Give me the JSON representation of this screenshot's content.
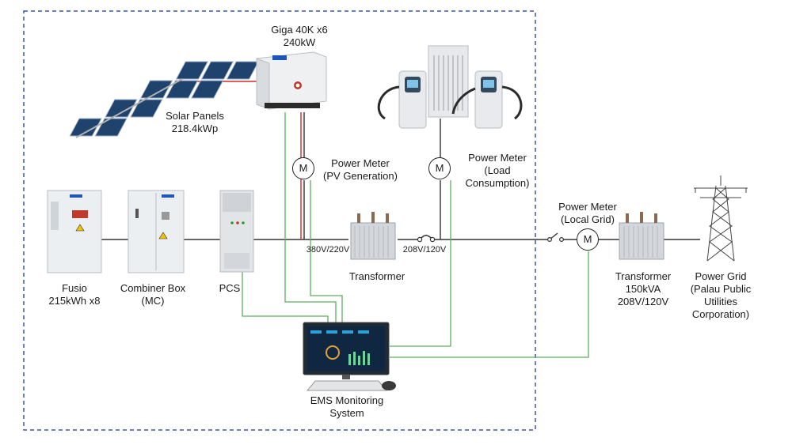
{
  "components": {
    "inverter": {
      "name": "Giga 40K x6",
      "rating": "240kW"
    },
    "solar": {
      "name": "Solar Panels",
      "rating": "218.4kWp"
    },
    "meter_pv": {
      "name": "Power Meter",
      "detail": "(PV Generation)",
      "symbol": "M"
    },
    "meter_load": {
      "name": "Power Meter",
      "detail_1": "(Load",
      "detail_2": "Consumption)",
      "symbol": "M"
    },
    "meter_grid": {
      "name": "Power Meter",
      "detail": "(Local Grid)",
      "symbol": "M"
    },
    "fusio": {
      "name": "Fusio",
      "rating": "215kWh x8"
    },
    "combiner": {
      "name": "Combiner Box",
      "detail": "(MC)"
    },
    "pcs": {
      "name": "PCS"
    },
    "transformer_main": {
      "name": "Transformer"
    },
    "transformer_grid": {
      "name": "Transformer",
      "rating": "150kVA",
      "voltage": "208V/120V"
    },
    "grid": {
      "name": "Power Grid",
      "detail_1": "(Palau Public",
      "detail_2": "Utilities",
      "detail_3": "Corporation)"
    },
    "ems": {
      "name": "EMS Monitoring",
      "detail": "System"
    }
  },
  "voltages": {
    "primary": "380V/220V",
    "secondary": "208V/120V"
  },
  "colors": {
    "ac_line": "#333333",
    "dc_line": "#d22b2b",
    "comm_line": "#5fae5f",
    "boundary": "#3b57a6"
  }
}
